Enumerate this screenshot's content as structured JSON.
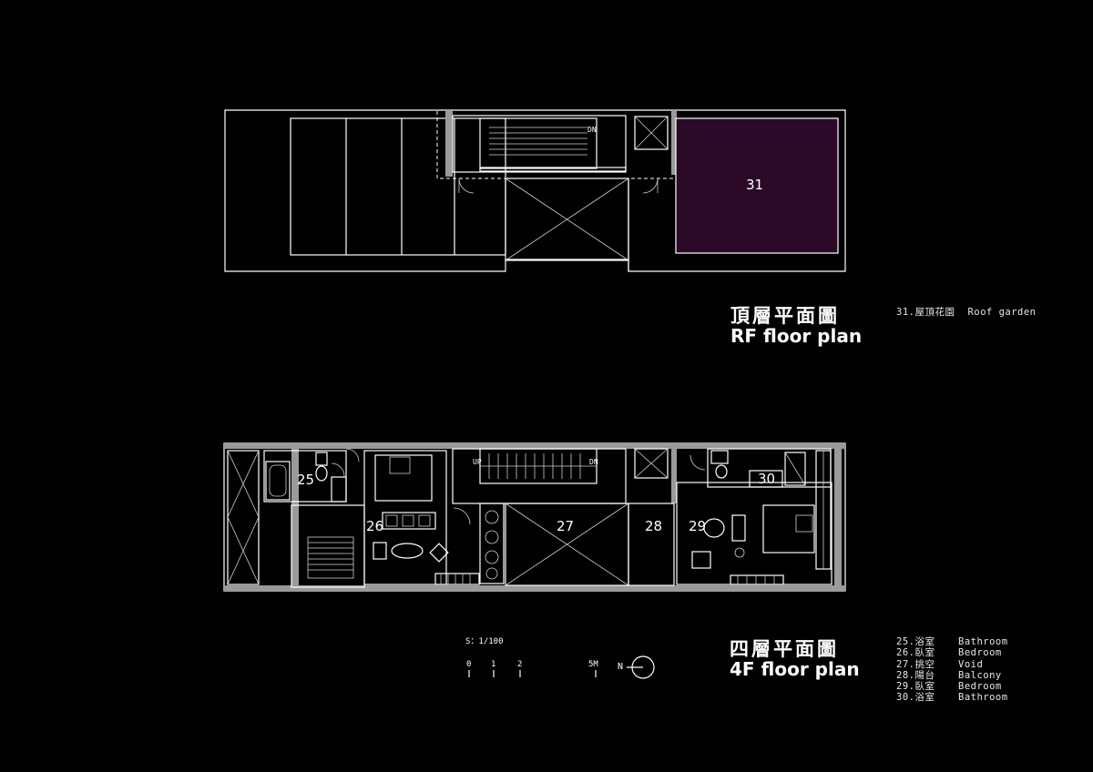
{
  "rf_plan": {
    "title_zh": "頂層平面圖",
    "title_en": "RF floor plan",
    "legend": [
      {
        "num": "31.屋頂花園",
        "en": "Roof garden"
      }
    ],
    "rooms": [
      {
        "id": "31",
        "label": "31"
      }
    ],
    "garden_color": "#2a0a26",
    "stair_label": "DN"
  },
  "f4_plan": {
    "title_zh": "四層平面圖",
    "title_en": "4F floor plan",
    "legend": [
      {
        "num": "25.浴室",
        "en": "Bathroom"
      },
      {
        "num": "26.臥室",
        "en": "Bedroom"
      },
      {
        "num": "27.挑空",
        "en": "Void"
      },
      {
        "num": "28.陽台",
        "en": "Balcony"
      },
      {
        "num": "29.臥室",
        "en": "Bedroom"
      },
      {
        "num": "30.浴室",
        "en": "Bathroom"
      }
    ],
    "rooms": [
      {
        "id": "25",
        "label": "25"
      },
      {
        "id": "26",
        "label": "26"
      },
      {
        "id": "27",
        "label": "27"
      },
      {
        "id": "28",
        "label": "28"
      },
      {
        "id": "29",
        "label": "29"
      },
      {
        "id": "30",
        "label": "30"
      }
    ],
    "stair_up": "UP",
    "stair_dn": "DN"
  },
  "scale": {
    "label": "S：1/100",
    "ticks": [
      "0",
      "1",
      "2"
    ],
    "end_label": "5M",
    "north_label": "N"
  }
}
